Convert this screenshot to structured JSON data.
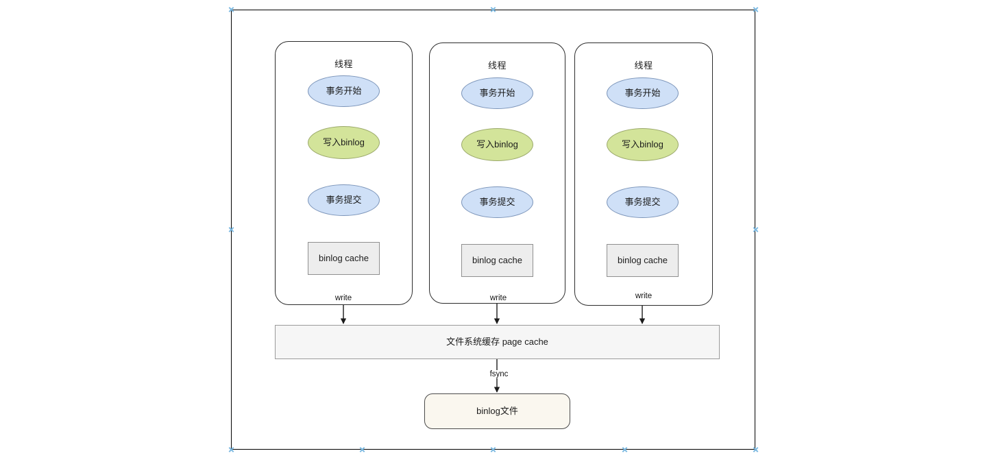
{
  "diagram": {
    "title_visible": false,
    "colors": {
      "ellipse_blue_fill": "#cfe0f7",
      "ellipse_blue_stroke": "#7a93b8",
      "ellipse_green_fill": "#d3e49a",
      "ellipse_green_stroke": "#9aa86a",
      "cache_box_fill": "#ededed",
      "cache_box_stroke": "#8f8f8f",
      "page_cache_fill": "#f6f6f6",
      "page_cache_stroke": "#9a9a9a",
      "binlog_file_fill": "#faf7ef",
      "binlog_file_stroke": "#4a4a4a",
      "selection_handle": "#7ab8e0",
      "edge_stroke": "#1b1b1b"
    },
    "threads": [
      {
        "container_label": "线程",
        "nodes": [
          {
            "id": "tx-begin",
            "label": "事务开始",
            "shape": "ellipse",
            "style": "blue"
          },
          {
            "id": "write-binlog",
            "label": "写入binlog",
            "shape": "ellipse",
            "style": "green"
          },
          {
            "id": "tx-commit",
            "label": "事务提交",
            "shape": "ellipse",
            "style": "blue"
          },
          {
            "id": "binlog-cache",
            "label": "binlog cache",
            "shape": "rect",
            "style": "grey"
          }
        ],
        "write_label": "write"
      },
      {
        "container_label": "线程",
        "nodes": [
          {
            "id": "tx-begin",
            "label": "事务开始",
            "shape": "ellipse",
            "style": "blue"
          },
          {
            "id": "write-binlog",
            "label": "写入binlog",
            "shape": "ellipse",
            "style": "green"
          },
          {
            "id": "tx-commit",
            "label": "事务提交",
            "shape": "ellipse",
            "style": "blue"
          },
          {
            "id": "binlog-cache",
            "label": "binlog cache",
            "shape": "rect",
            "style": "grey"
          }
        ],
        "write_label": "write"
      },
      {
        "container_label": "线程",
        "nodes": [
          {
            "id": "tx-begin",
            "label": "事务开始",
            "shape": "ellipse",
            "style": "blue"
          },
          {
            "id": "write-binlog",
            "label": "写入binlog",
            "shape": "ellipse",
            "style": "green"
          },
          {
            "id": "tx-commit",
            "label": "事务提交",
            "shape": "ellipse",
            "style": "blue"
          },
          {
            "id": "binlog-cache",
            "label": "binlog cache",
            "shape": "rect",
            "style": "grey"
          }
        ],
        "write_label": "write"
      }
    ],
    "page_cache": {
      "label": "文件系统缓存 page cache"
    },
    "fsync_label": "fsync",
    "binlog_file": {
      "label": "binlog文件"
    }
  }
}
